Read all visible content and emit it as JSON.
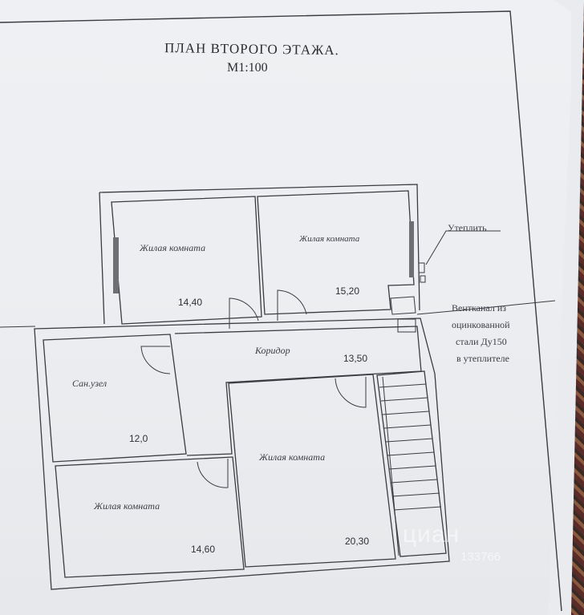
{
  "plan": {
    "title": "ПЛАН ВТОРОГО ЭТАЖА.",
    "scale": "М1:100"
  },
  "rooms": [
    {
      "id": "living-1",
      "name": "Жилая комната",
      "area": "14,40"
    },
    {
      "id": "living-2",
      "name": "Жилая комната",
      "area": "15,20"
    },
    {
      "id": "corridor",
      "name": "Коридор",
      "area": "13,50"
    },
    {
      "id": "bathroom",
      "name": "Сан.узел",
      "area": "12,0"
    },
    {
      "id": "living-3",
      "name": "Жилая комната",
      "area": "20,30"
    },
    {
      "id": "living-4",
      "name": "Жилая комната",
      "area": "14,60"
    }
  ],
  "annotations": {
    "insulate": "Утеплить",
    "vent_lines": [
      "Вентканал из",
      "оцинкованной",
      "стали Ду150",
      "в утеплителе"
    ]
  },
  "watermark": {
    "brand": "циан",
    "id": "133766"
  },
  "colors": {
    "paper": "#eceef1",
    "line": "#3a3c42",
    "background": "#7b6a5c"
  }
}
